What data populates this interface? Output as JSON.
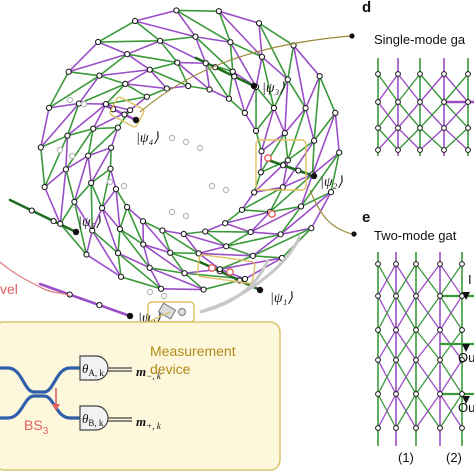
{
  "colors": {
    "purple": "#9b4fc7",
    "green": "#3a9a3a",
    "dark_green": "#1f6e1f",
    "black": "#111111",
    "gray": "#b7b7b7",
    "measure_box_fill": "#fdf7dc",
    "measure_box_border": "#d8c36a",
    "highlight_border": "#e0c060",
    "red": "#e06060",
    "blue": "#2f5faa",
    "gold_text": "#b08a14"
  },
  "states": [
    {
      "id": "psi3",
      "text": "|ψ₃⟩"
    },
    {
      "id": "psi4",
      "text": "|ψ₄⟩"
    },
    {
      "id": "psi2",
      "text": "|ψ₂⟩"
    },
    {
      "id": "psi5",
      "text": "|ψ₅⟩"
    },
    {
      "id": "psi1",
      "text": "|ψ₁⟩"
    },
    {
      "id": "psi0",
      "text": "|ψ₀⟩"
    }
  ],
  "panel_d": {
    "letter": "d",
    "title": "Single-mode ga"
  },
  "panel_e": {
    "letter": "e",
    "title": "Two-mode gat",
    "labels": [
      "(1)",
      "(2)"
    ],
    "fragments": [
      "I",
      "Ou",
      "Ou"
    ]
  },
  "left_fragment": "vel",
  "measurement": {
    "label_line1": "Measurement",
    "label_line2": "device",
    "bs_label": "BS",
    "bs_sub": "3",
    "det_a": {
      "theta": "θ",
      "theta_sub": "A, k",
      "m": "m",
      "m_sub": "−, k"
    },
    "det_b": {
      "theta": "θ",
      "theta_sub": "B, k",
      "m": "m",
      "m_sub": "+, k"
    }
  },
  "icons": [
    "ket-dot-icon",
    "beam-splitter-icon",
    "detector-icon",
    "arrow-icon"
  ]
}
